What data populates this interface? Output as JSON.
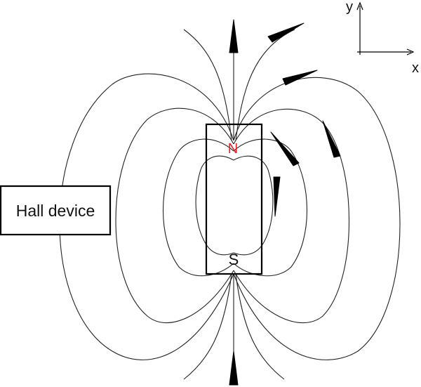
{
  "labels": {
    "hall_device": "Hall device",
    "north": "N",
    "south": "S",
    "axis_y": "y",
    "axis_x": "x"
  },
  "colors": {
    "line": "#222222",
    "north_pole": "#e8202a",
    "south_pole": "#111111",
    "background": "#ffffff"
  }
}
